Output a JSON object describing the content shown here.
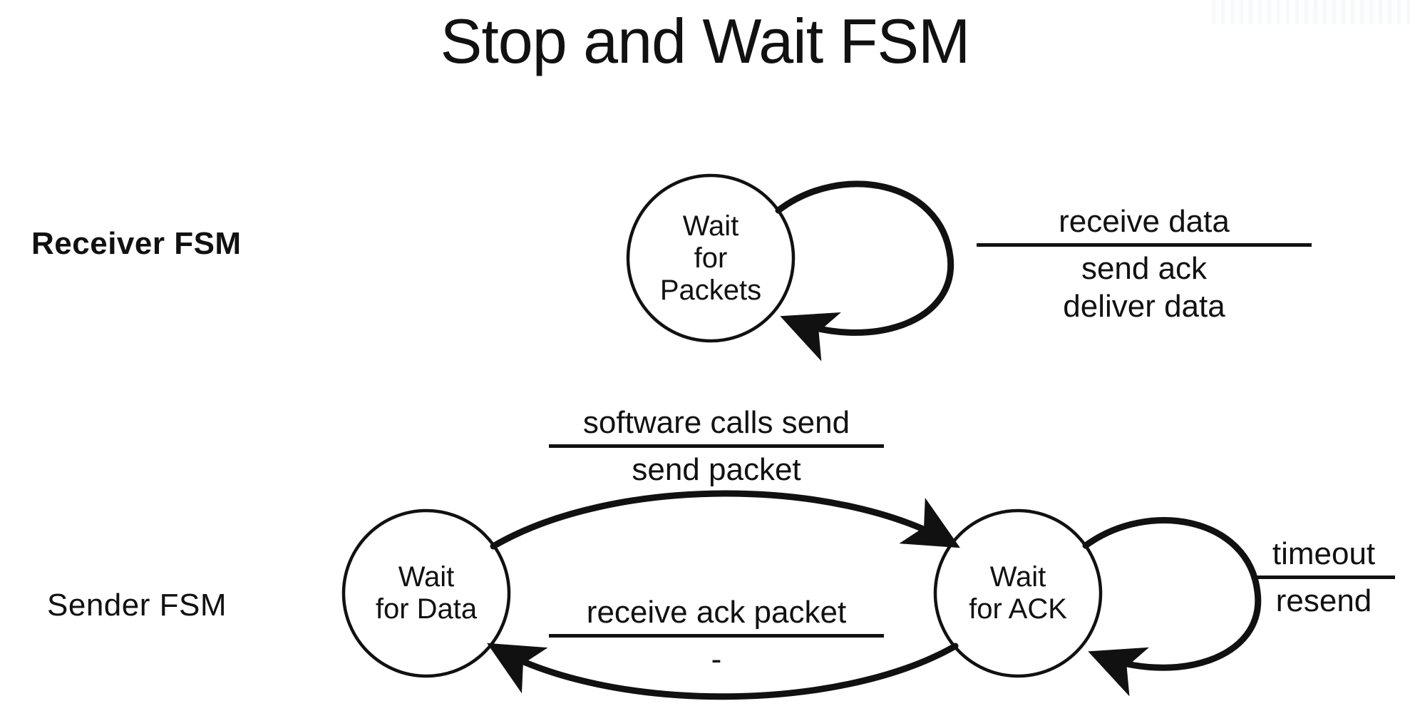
{
  "slide": {
    "title": "Stop and Wait FSM",
    "background_color": "#ffffff",
    "ink_color": "#111111"
  },
  "rows": {
    "receiver_label": "Receiver FSM",
    "sender_label": "Sender FSM"
  },
  "states": {
    "wait_for_packets": {
      "line1": "Wait",
      "line2": "for",
      "line3": "Packets"
    },
    "wait_for_data": {
      "line1": "Wait",
      "line2": "for Data"
    },
    "wait_for_ack": {
      "line1": "Wait",
      "line2": "for ACK"
    }
  },
  "transitions": {
    "receiver_self_loop": {
      "event": "receive data",
      "action_line1": "send ack",
      "action_line2": "deliver data"
    },
    "sender_send": {
      "event": "software calls send",
      "action": "send packet"
    },
    "sender_receive_ack": {
      "event": "receive ack packet",
      "action": "-"
    },
    "sender_timeout": {
      "event": "timeout",
      "action": "resend"
    }
  }
}
